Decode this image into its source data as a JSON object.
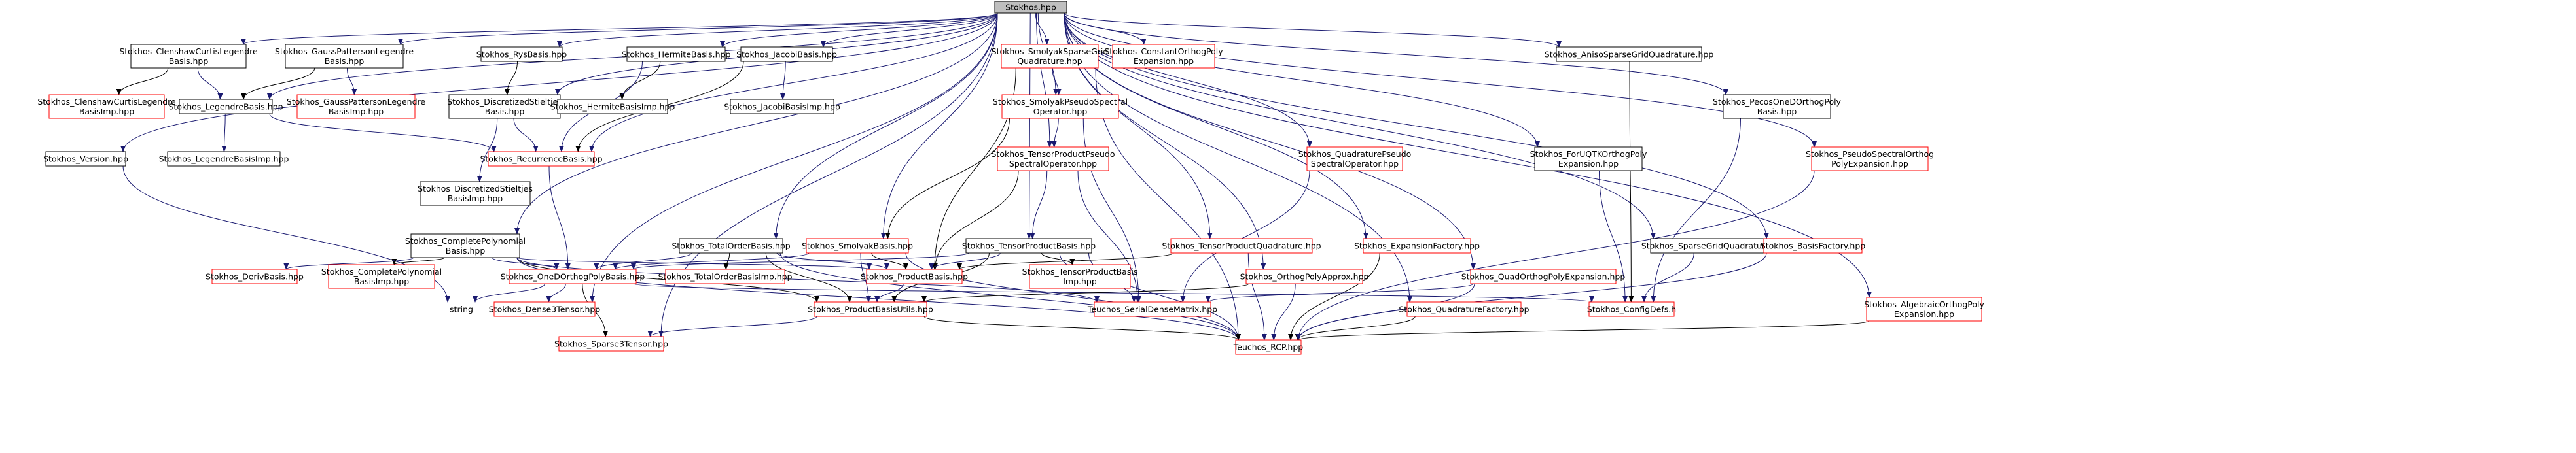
{
  "colors": {
    "root_fill": "#bfbfbf",
    "node_fill": "#ffffff",
    "documented_border": "#000000",
    "undocumented_border": "#ff0000",
    "edge_dark": "#191970",
    "edge_black": "#000000",
    "background": "#ffffff"
  },
  "nodes": [
    {
      "id": "root",
      "kind": "root",
      "lines": [
        "Stokhos.hpp"
      ]
    },
    {
      "id": "cc",
      "kind": "documented",
      "lines": [
        "Stokhos_ClenshawCurtisLegendre",
        "Basis.hpp"
      ]
    },
    {
      "id": "gp",
      "kind": "documented",
      "lines": [
        "Stokhos_GaussPattersonLegendre",
        "Basis.hpp"
      ]
    },
    {
      "id": "rys",
      "kind": "documented",
      "lines": [
        "Stokhos_RysBasis.hpp"
      ]
    },
    {
      "id": "herm",
      "kind": "documented",
      "lines": [
        "Stokhos_HermiteBasis.hpp"
      ]
    },
    {
      "id": "jac",
      "kind": "documented",
      "lines": [
        "Stokhos_JacobiBasis.hpp"
      ]
    },
    {
      "id": "ssg",
      "kind": "undocumented",
      "lines": [
        "Stokhos_SmolyakSparseGrid",
        "Quadrature.hpp"
      ]
    },
    {
      "id": "cop",
      "kind": "undocumented",
      "lines": [
        "Stokhos_ConstantOrthogPoly",
        "Expansion.hpp"
      ]
    },
    {
      "id": "asgq",
      "kind": "documented",
      "lines": [
        "Stokhos_AnisoSparseGridQuadrature.hpp"
      ]
    },
    {
      "id": "ccimp",
      "kind": "undocumented",
      "lines": [
        "Stokhos_ClenshawCurtisLegendre",
        "BasisImp.hpp"
      ]
    },
    {
      "id": "leg",
      "kind": "documented",
      "lines": [
        "Stokhos_LegendreBasis.hpp"
      ]
    },
    {
      "id": "gpimp",
      "kind": "undocumented",
      "lines": [
        "Stokhos_GaussPattersonLegendre",
        "BasisImp.hpp"
      ]
    },
    {
      "id": "dstb",
      "kind": "documented",
      "lines": [
        "Stokhos_DiscretizedStieltjes",
        "Basis.hpp"
      ]
    },
    {
      "id": "hermimp",
      "kind": "documented",
      "lines": [
        "Stokhos_HermiteBasisImp.hpp"
      ]
    },
    {
      "id": "jacimp",
      "kind": "documented",
      "lines": [
        "Stokhos_JacobiBasisImp.hpp"
      ]
    },
    {
      "id": "spso",
      "kind": "undocumented",
      "lines": [
        "Stokhos_SmolyakPseudoSpectral",
        "Operator.hpp"
      ]
    },
    {
      "id": "pacos",
      "kind": "documented",
      "lines": [
        "Stokhos_PecosOneDOrthogPoly",
        "Basis.hpp"
      ]
    },
    {
      "id": "ver",
      "kind": "documented",
      "lines": [
        "Stokhos_Version.hpp"
      ]
    },
    {
      "id": "legimp",
      "kind": "documented",
      "lines": [
        "Stokhos_LegendreBasisImp.hpp"
      ]
    },
    {
      "id": "rec",
      "kind": "undocumented",
      "lines": [
        "Stokhos_RecurrenceBasis.hpp"
      ]
    },
    {
      "id": "tpps",
      "kind": "undocumented",
      "lines": [
        "Stokhos_TensorProductPseudo",
        "SpectralOperator.hpp"
      ]
    },
    {
      "id": "qps",
      "kind": "undocumented",
      "lines": [
        "Stokhos_QuadraturePseudo",
        "SpectralOperator.hpp"
      ]
    },
    {
      "id": "fqtk",
      "kind": "documented",
      "lines": [
        "Stokhos_ForUQTKOrthogPoly",
        "Expansion.hpp"
      ]
    },
    {
      "id": "psoe",
      "kind": "undocumented",
      "lines": [
        "Stokhos_PseudoSpectralOrthog",
        "PolyExpansion.hpp"
      ]
    },
    {
      "id": "dstbimp",
      "kind": "documented",
      "lines": [
        "Stokhos_DiscretizedStieltjes",
        "BasisImp.hpp"
      ]
    },
    {
      "id": "cpb",
      "kind": "documented",
      "lines": [
        "Stokhos_CompletePolynomial",
        "Basis.hpp"
      ]
    },
    {
      "id": "tob",
      "kind": "documented",
      "lines": [
        "Stokhos_TotalOrderBasis.hpp"
      ]
    },
    {
      "id": "smb",
      "kind": "undocumented",
      "lines": [
        "Stokhos_SmolyakBasis.hpp"
      ]
    },
    {
      "id": "tpb",
      "kind": "documented",
      "lines": [
        "Stokhos_TensorProductBasis.hpp"
      ]
    },
    {
      "id": "tpq",
      "kind": "undocumented",
      "lines": [
        "Stokhos_TensorProductQuadrature.hpp"
      ]
    },
    {
      "id": "ef",
      "kind": "undocumented",
      "lines": [
        "Stokhos_ExpansionFactory.hpp"
      ]
    },
    {
      "id": "sgq",
      "kind": "documented",
      "lines": [
        "Stokhos_SparseGridQuadrature.hpp"
      ]
    },
    {
      "id": "bf",
      "kind": "undocumented",
      "lines": [
        "Stokhos_BasisFactory.hpp"
      ]
    },
    {
      "id": "deriv",
      "kind": "undocumented",
      "lines": [
        "Stokhos_DerivBasis.hpp"
      ]
    },
    {
      "id": "cpbimp",
      "kind": "undocumented",
      "lines": [
        "Stokhos_CompletePolynomial",
        "BasisImp.hpp"
      ]
    },
    {
      "id": "odop",
      "kind": "undocumented",
      "lines": [
        "Stokhos_OneDOrthogPolyBasis.hpp"
      ]
    },
    {
      "id": "tobimp",
      "kind": "undocumented",
      "lines": [
        "Stokhos_TotalOrderBasisImp.hpp"
      ]
    },
    {
      "id": "pb",
      "kind": "undocumented",
      "lines": [
        "Stokhos_ProductBasis.hpp"
      ]
    },
    {
      "id": "tpbimp",
      "kind": "undocumented",
      "lines": [
        "Stokhos_TensorProductBasis",
        "Imp.hpp"
      ]
    },
    {
      "id": "opa",
      "kind": "undocumented",
      "lines": [
        "Stokhos_OrthogPolyApprox.hpp"
      ]
    },
    {
      "id": "qope",
      "kind": "undocumented",
      "lines": [
        "Stokhos_QuadOrthogPolyExpansion.hpp"
      ]
    },
    {
      "id": "str",
      "kind": "none",
      "lines": [
        "string"
      ]
    },
    {
      "id": "d3t",
      "kind": "undocumented",
      "lines": [
        "Stokhos_Dense3Tensor.hpp"
      ]
    },
    {
      "id": "pbu",
      "kind": "undocumented",
      "lines": [
        "Stokhos_ProductBasisUtils.hpp"
      ]
    },
    {
      "id": "sdm",
      "kind": "undocumented",
      "lines": [
        "Teuchos_SerialDenseMatrix.hpp"
      ]
    },
    {
      "id": "qf",
      "kind": "undocumented",
      "lines": [
        "Stokhos_QuadratureFactory.hpp"
      ]
    },
    {
      "id": "cfg",
      "kind": "undocumented",
      "lines": [
        "Stokhos_ConfigDefs.h"
      ]
    },
    {
      "id": "aope",
      "kind": "undocumented",
      "lines": [
        "Stokhos_AlgebraicOrthogPoly",
        "Expansion.hpp"
      ]
    },
    {
      "id": "s3t",
      "kind": "undocumented",
      "lines": [
        "Stokhos_Sparse3Tensor.hpp"
      ]
    },
    {
      "id": "rcp",
      "kind": "undocumented",
      "lines": [
        "Teuchos_RCP.hpp"
      ]
    }
  ],
  "edges": [
    [
      "root",
      "cc"
    ],
    [
      "root",
      "gp"
    ],
    [
      "root",
      "rys"
    ],
    [
      "root",
      "herm"
    ],
    [
      "root",
      "jac"
    ],
    [
      "root",
      "ssg"
    ],
    [
      "root",
      "cop"
    ],
    [
      "root",
      "asgq"
    ],
    [
      "root",
      "pacos"
    ],
    [
      "root",
      "ver"
    ],
    [
      "root",
      "leg"
    ],
    [
      "root",
      "dstb"
    ],
    [
      "root",
      "rec"
    ],
    [
      "root",
      "spso"
    ],
    [
      "root",
      "tpps"
    ],
    [
      "root",
      "qps"
    ],
    [
      "root",
      "fqtk"
    ],
    [
      "root",
      "psoe"
    ],
    [
      "root",
      "cpb"
    ],
    [
      "root",
      "tob"
    ],
    [
      "root",
      "smb"
    ],
    [
      "root",
      "tpb"
    ],
    [
      "root",
      "tpq"
    ],
    [
      "root",
      "ef"
    ],
    [
      "root",
      "sgq"
    ],
    [
      "root",
      "bf"
    ],
    [
      "root",
      "opa"
    ],
    [
      "root",
      "qope"
    ],
    [
      "root",
      "qf"
    ],
    [
      "root",
      "aope"
    ],
    [
      "root",
      "s3t"
    ],
    [
      "root",
      "d3t"
    ],
    [
      "cc",
      "ccimp"
    ],
    [
      "cc",
      "leg"
    ],
    [
      "gp",
      "gpimp"
    ],
    [
      "gp",
      "leg"
    ],
    [
      "leg",
      "legimp"
    ],
    [
      "leg",
      "rec"
    ],
    [
      "rys",
      "dstb"
    ],
    [
      "dstb",
      "dstbimp"
    ],
    [
      "dstb",
      "rec"
    ],
    [
      "herm",
      "hermimp"
    ],
    [
      "herm",
      "rec"
    ],
    [
      "jac",
      "jacimp"
    ],
    [
      "jac",
      "rec"
    ],
    [
      "rec",
      "odop"
    ],
    [
      "ssg",
      "spso"
    ],
    [
      "ssg",
      "pb"
    ],
    [
      "ssg",
      "rcp"
    ],
    [
      "spso",
      "tpps"
    ],
    [
      "spso",
      "smb"
    ],
    [
      "spso",
      "sdm"
    ],
    [
      "tpps",
      "tpb"
    ],
    [
      "tpps",
      "pb"
    ],
    [
      "tpps",
      "sdm"
    ],
    [
      "cpb",
      "deriv"
    ],
    [
      "cpb",
      "cpbimp"
    ],
    [
      "cpb",
      "odop"
    ],
    [
      "cpb",
      "pb"
    ],
    [
      "cpb",
      "pbu"
    ],
    [
      "cpb",
      "sdm"
    ],
    [
      "cpb",
      "rcp"
    ],
    [
      "tob",
      "tobimp"
    ],
    [
      "tob",
      "odop"
    ],
    [
      "tob",
      "pb"
    ],
    [
      "tob",
      "pbu"
    ],
    [
      "tob",
      "rcp"
    ],
    [
      "smb",
      "odop"
    ],
    [
      "smb",
      "pb"
    ],
    [
      "smb",
      "pbu"
    ],
    [
      "smb",
      "rcp"
    ],
    [
      "tpb",
      "tpbimp"
    ],
    [
      "tpb",
      "odop"
    ],
    [
      "tpb",
      "pb"
    ],
    [
      "tpb",
      "pbu"
    ],
    [
      "tpb",
      "sdm"
    ],
    [
      "tpb",
      "rcp"
    ],
    [
      "tpq",
      "pb"
    ],
    [
      "tpq",
      "rcp"
    ],
    [
      "qps",
      "sdm"
    ],
    [
      "ef",
      "rcp"
    ],
    [
      "odop",
      "str"
    ],
    [
      "odop",
      "d3t"
    ],
    [
      "odop",
      "s3t"
    ],
    [
      "odop",
      "cfg"
    ],
    [
      "pb",
      "pbu"
    ],
    [
      "opa",
      "pbu"
    ],
    [
      "opa",
      "rcp"
    ],
    [
      "pbu",
      "s3t"
    ],
    [
      "pbu",
      "rcp"
    ],
    [
      "qope",
      "sdm"
    ],
    [
      "qope",
      "rcp"
    ],
    [
      "qf",
      "rcp"
    ],
    [
      "fqtk",
      "cfg"
    ],
    [
      "sgq",
      "cfg"
    ],
    [
      "asgq",
      "cfg"
    ],
    [
      "pacos",
      "cfg"
    ],
    [
      "bf",
      "rcp"
    ],
    [
      "aope",
      "rcp"
    ],
    [
      "psoe",
      "rcp"
    ],
    [
      "ver",
      "str"
    ]
  ]
}
